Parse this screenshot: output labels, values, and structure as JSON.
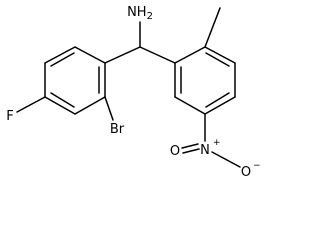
{
  "molecule": {
    "atoms": {
      "amine": "NH2",
      "bromine": "Br",
      "fluorine": "F",
      "nitro_nitrogen": "N",
      "nitro_oxygen_double": "O",
      "nitro_oxygen_single": "O"
    },
    "charges": {
      "nitrogen": "+",
      "oxygen": "−"
    }
  }
}
